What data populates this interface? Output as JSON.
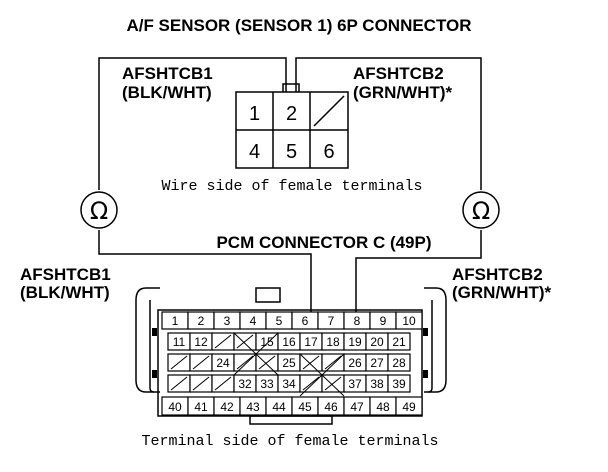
{
  "title": "A/F SENSOR (SENSOR 1) 6P CONNECTOR",
  "pcm_title": "PCM CONNECTOR C (49P)",
  "upper_left_label": {
    "line1": "AFSHTCB1",
    "line2": "(BLK/WHT)"
  },
  "upper_right_label": {
    "line1": "AFSHTCB2",
    "line2": "(GRN/WHT)*"
  },
  "lower_left_label": {
    "line1": "AFSHTCB1",
    "line2": "(BLK/WHT)"
  },
  "lower_right_label": {
    "line1": "AFSHTCB2",
    "line2": "(GRN/WHT)*"
  },
  "connector_6p": {
    "caption": "Wire side of female terminals",
    "row1": [
      "1",
      "2",
      ""
    ],
    "row2": [
      "4",
      "5",
      "6"
    ]
  },
  "pcm_connector": {
    "caption": "Terminal side of female terminals",
    "row1": [
      "1",
      "2",
      "3",
      "4",
      "5",
      "6",
      "7",
      "8",
      "9",
      "10"
    ],
    "row2": [
      "11",
      "12",
      "",
      "",
      "15",
      "16",
      "17",
      "18",
      "19",
      "20",
      "21"
    ],
    "row3": [
      "",
      "",
      "24",
      "",
      "",
      "25",
      "",
      "",
      "26",
      "27",
      "28"
    ],
    "row4": [
      "",
      "",
      "",
      "32",
      "33",
      "34",
      "",
      "",
      "37",
      "38",
      "39"
    ],
    "row5": [
      "40",
      "41",
      "42",
      "43",
      "44",
      "45",
      "46",
      "47",
      "48",
      "49"
    ]
  },
  "meter_symbol": "Ω"
}
